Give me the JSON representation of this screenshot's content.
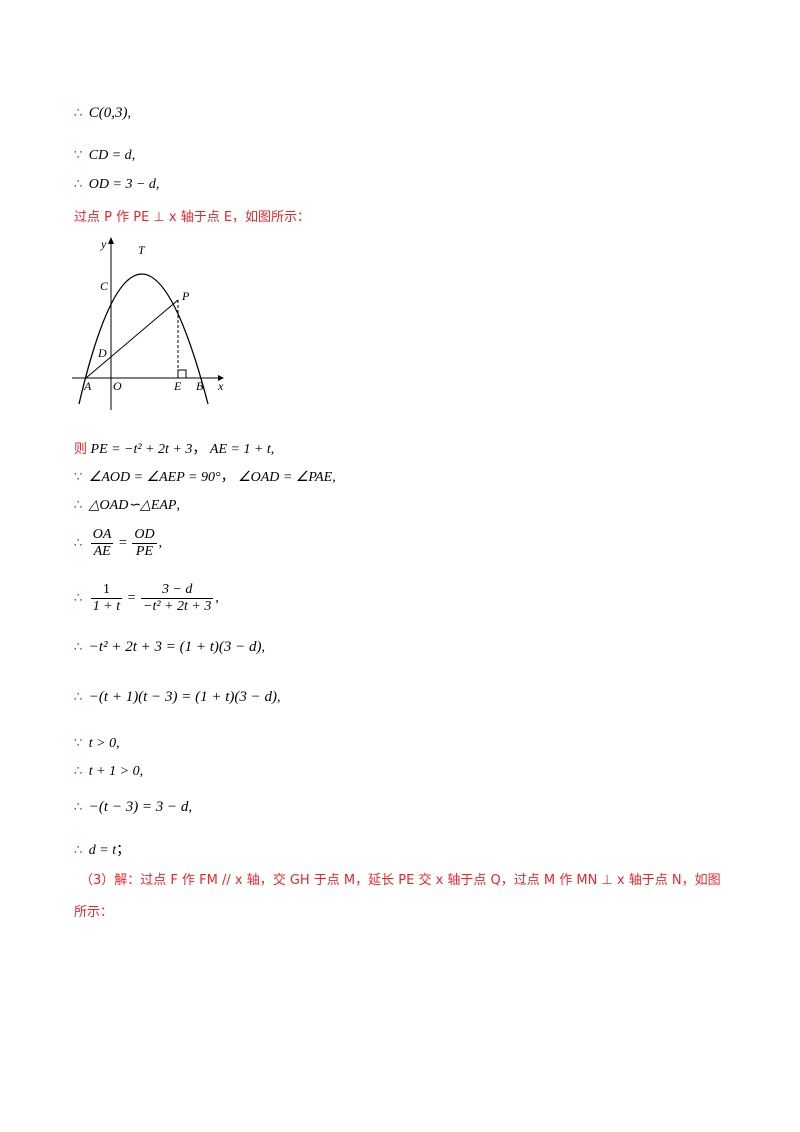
{
  "lines": {
    "l1": {
      "sym": "∴",
      "expr": "C(0,3)",
      "end": ","
    },
    "l2": {
      "sym": "∵",
      "expr": "CD = d",
      "end": ","
    },
    "l3": {
      "sym": "∴",
      "expr": "OD = 3 − d",
      "end": ","
    },
    "l4": {
      "text": "过点 P 作 PE ⊥ x 轴于点 E，如图所示："
    },
    "l5": {
      "pre": "则",
      "expr": "PE = −t² + 2t + 3",
      "sep": "，",
      "expr2": "AE = 1 + t",
      "end": ","
    },
    "l6": {
      "sym": "∵",
      "expr": "∠AOD = ∠AEP = 90°",
      "sep": "，",
      "expr2": "∠OAD = ∠PAE",
      "end": ","
    },
    "l7": {
      "sym": "∴",
      "expr": "△OAD∽△EAP",
      "end": ","
    },
    "l8": {
      "sym": "∴",
      "num1": "OA",
      "den1": "AE",
      "eq": "=",
      "num2": "OD",
      "den2": "PE",
      "end": ","
    },
    "l9": {
      "sym": "∴",
      "num1": "1",
      "den1": "1 + t",
      "eq": "=",
      "num2": "3 − d",
      "den2": "−t² + 2t + 3",
      "end": ","
    },
    "l10": {
      "sym": "∴",
      "expr": "−t² + 2t + 3 = (1 + t)(3 − d)",
      "end": ","
    },
    "l11": {
      "sym": "∴",
      "expr": "−(t + 1)(t − 3) = (1 + t)(3 − d)",
      "end": ","
    },
    "l12": {
      "sym": "∵",
      "expr": "t > 0",
      "end": ","
    },
    "l13": {
      "sym": "∴",
      "expr": "t + 1 > 0",
      "end": ","
    },
    "l14": {
      "sym": "∴",
      "expr": "−(t − 3) = 3 − d",
      "end": ","
    },
    "l15": {
      "sym": "∴",
      "expr": "d = t",
      "end": "；"
    },
    "l16": {
      "text": "（3）解：过点 F 作 FM // x 轴，交 GH 于点 M，延长 PE 交 x 轴于点 Q，过点 M 作 MN ⊥ x 轴于点 N，如图"
    },
    "l17": {
      "text": "所示："
    }
  },
  "figure": {
    "labels": {
      "y": "y",
      "x": "x",
      "T": "T",
      "C": "C",
      "P": "P",
      "D": "D",
      "A": "A",
      "O": "O",
      "E": "E",
      "B": "B"
    }
  }
}
